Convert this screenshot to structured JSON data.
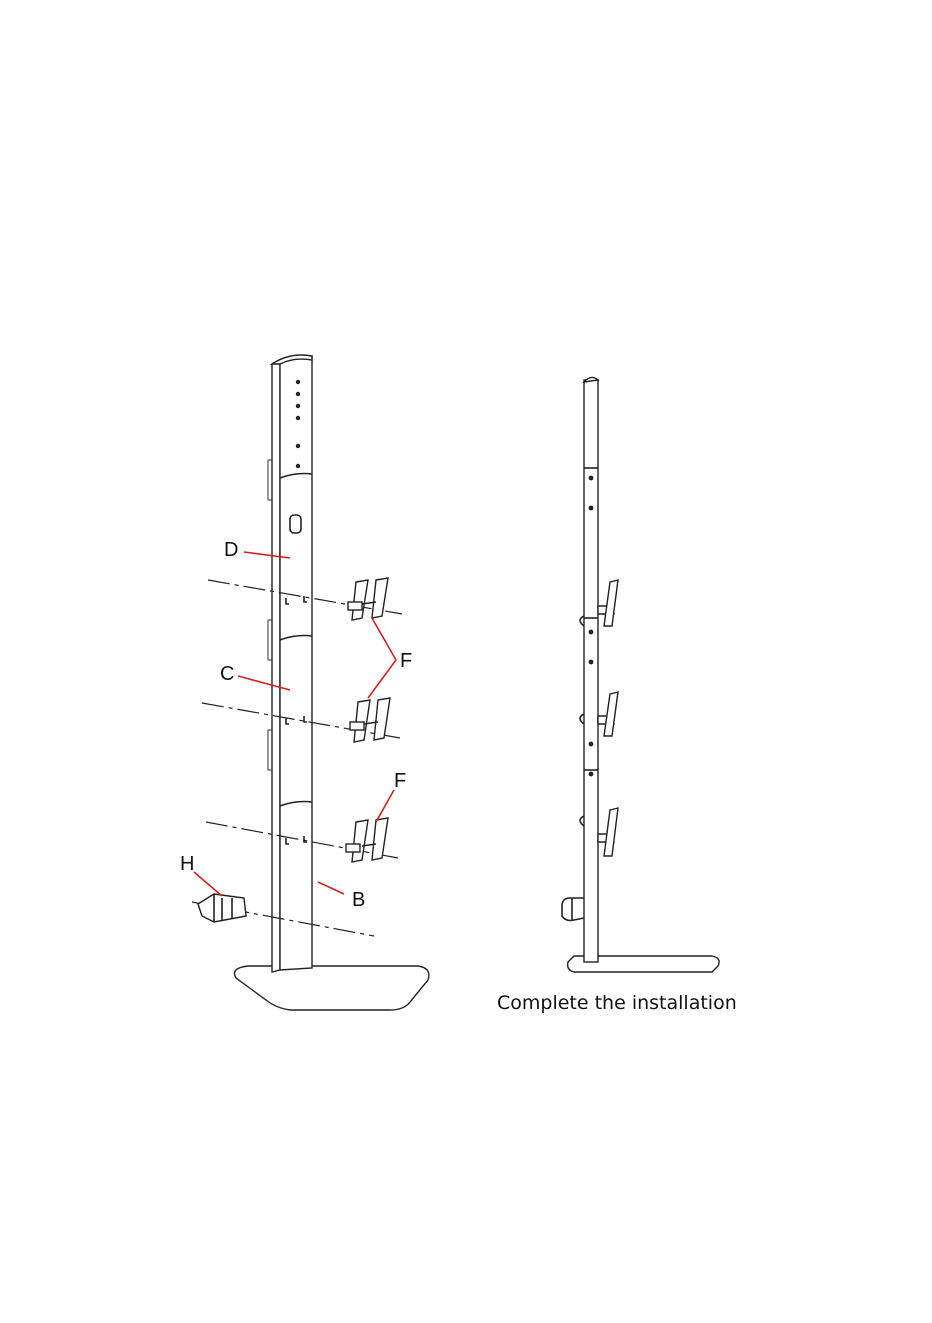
{
  "callouts": {
    "d": "D",
    "c": "C",
    "b": "B",
    "f_top": "F",
    "f_lower": "F",
    "h": "H"
  },
  "caption": "Complete the installation",
  "colors": {
    "leader": "#d42020",
    "line": "#222222",
    "background": "#ffffff"
  }
}
